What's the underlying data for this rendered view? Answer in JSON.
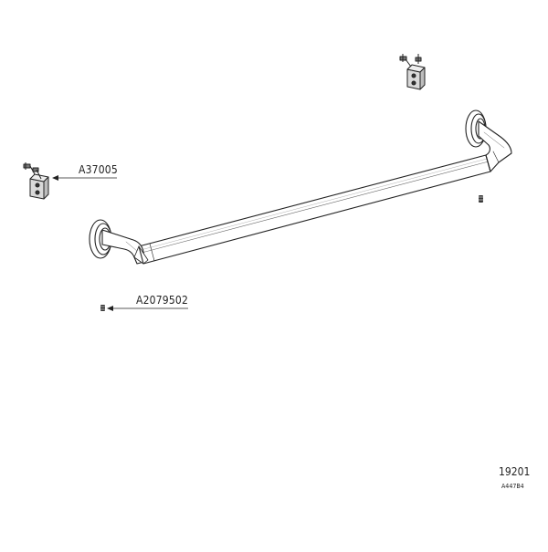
{
  "labels": {
    "bracket_part": "A37005",
    "set_screw_part": "A2079502"
  },
  "title_block": {
    "drawing_number": "19201",
    "drawing_code": "A447B4"
  },
  "colors": {
    "line": "#222222",
    "fill": "#ffffff",
    "hardware": "#3a3a3a"
  }
}
